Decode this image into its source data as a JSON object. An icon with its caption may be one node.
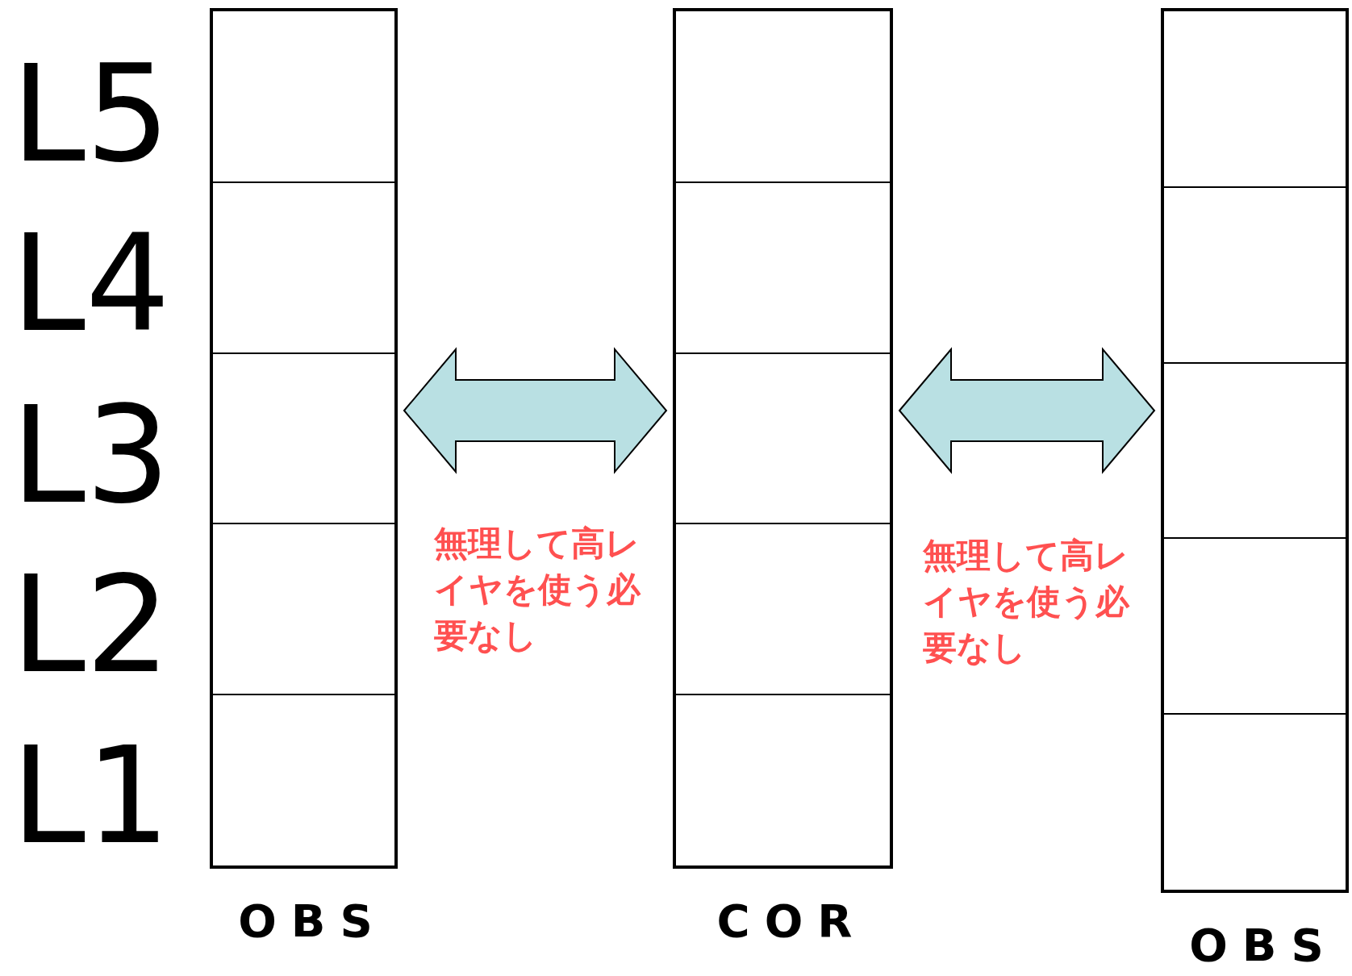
{
  "diagram": {
    "nodes": [
      {
        "text": [
          "OBS"
        ]
      },
      {
        "text": [],
        "shape": "box",
        "in": 0
      },
      {
        "text": [],
        "shape": "box",
        "in": 0
      },
      {
        "text": [],
        "shape": "box",
        "in": 0
      },
      {
        "text": [],
        "shape": "box",
        "in": 0
      },
      {
        "text": [],
        "shape": "box",
        "in": 0
      },
      {
        "text": [
          "COR"
        ]
      },
      {
        "text": [],
        "shape": "box",
        "in": 6
      },
      {
        "text": [],
        "shape": "box",
        "in": 6
      },
      {
        "text": [],
        "shape": "box",
        "in": 6
      },
      {
        "text": [],
        "shape": "box",
        "in": 6
      },
      {
        "text": [],
        "shape": "box",
        "in": 6
      },
      {
        "text": [
          "OBS"
        ]
      },
      {
        "text": [],
        "shape": "box",
        "in": 12
      },
      {
        "text": [],
        "shape": "box",
        "in": 12
      },
      {
        "text": [],
        "shape": "box",
        "in": 12
      },
      {
        "text": [],
        "shape": "box",
        "in": 12
      },
      {
        "text": [],
        "shape": "box",
        "in": 12
      }
    ],
    "edges": [
      {
        "from": 0,
        "to": 6,
        "arrow": "both",
        "label": "無理して高レイヤを使う必要なし"
      },
      {
        "from": 6,
        "to": 12,
        "arrow": "both",
        "label": "無理して高レイヤを使う必要なし"
      }
    ],
    "labels": [
      "L5",
      "L4",
      "L3",
      "L2",
      "L1"
    ]
  }
}
